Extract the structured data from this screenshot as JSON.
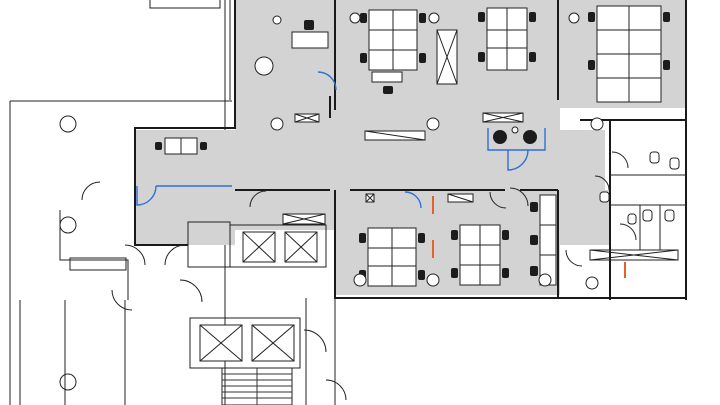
{
  "plan": {
    "colors": {
      "floor": "#d3d3d3",
      "walls": "#1a1a1a",
      "door_accent": "#2f6fd6",
      "partition_accent": "#e2622a",
      "background": "#ffffff"
    },
    "icons": [
      "desk-cluster",
      "office-chair",
      "round-column",
      "elevator",
      "stair",
      "toilet",
      "door-swing"
    ]
  }
}
